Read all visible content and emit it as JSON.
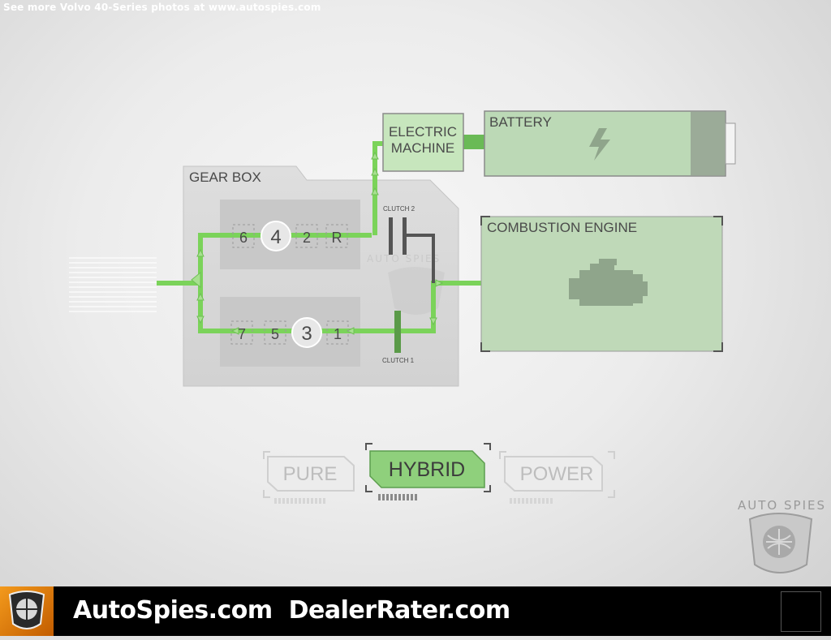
{
  "watermark": {
    "text": "See more Volvo 40-Series photos at www.autospies.com"
  },
  "diagram": {
    "gearbox_label": "GEAR BOX",
    "electric_machine_line1": "ELECTRIC",
    "electric_machine_line2": "MACHINE",
    "battery_label": "BATTERY",
    "engine_label": "COMBUSTION ENGINE",
    "clutch2_label": "CLUTCH 2",
    "clutch1_label": "CLUTCH 1",
    "upper_gears": [
      "6",
      "4",
      "2",
      "R"
    ],
    "lower_gears": [
      "7",
      "5",
      "3",
      "1"
    ],
    "upper_active_gear": "4",
    "lower_active_gear": "3",
    "inline_watermark": "AUTO SPIES"
  },
  "modes": {
    "pure": "PURE",
    "hybrid": "HYBRID",
    "power": "POWER",
    "selected": "HYBRID"
  },
  "brand_right": {
    "text": "AUTO SPIES"
  },
  "footer": {
    "site1": "AutoSpies.com",
    "site2": "DealerRater.com"
  },
  "colors": {
    "flow_green": "#7bd35a",
    "box_green": "#b8dcb3",
    "panel_gray": "#d9d9d9",
    "hybrid_fill": "#8fd07c"
  }
}
